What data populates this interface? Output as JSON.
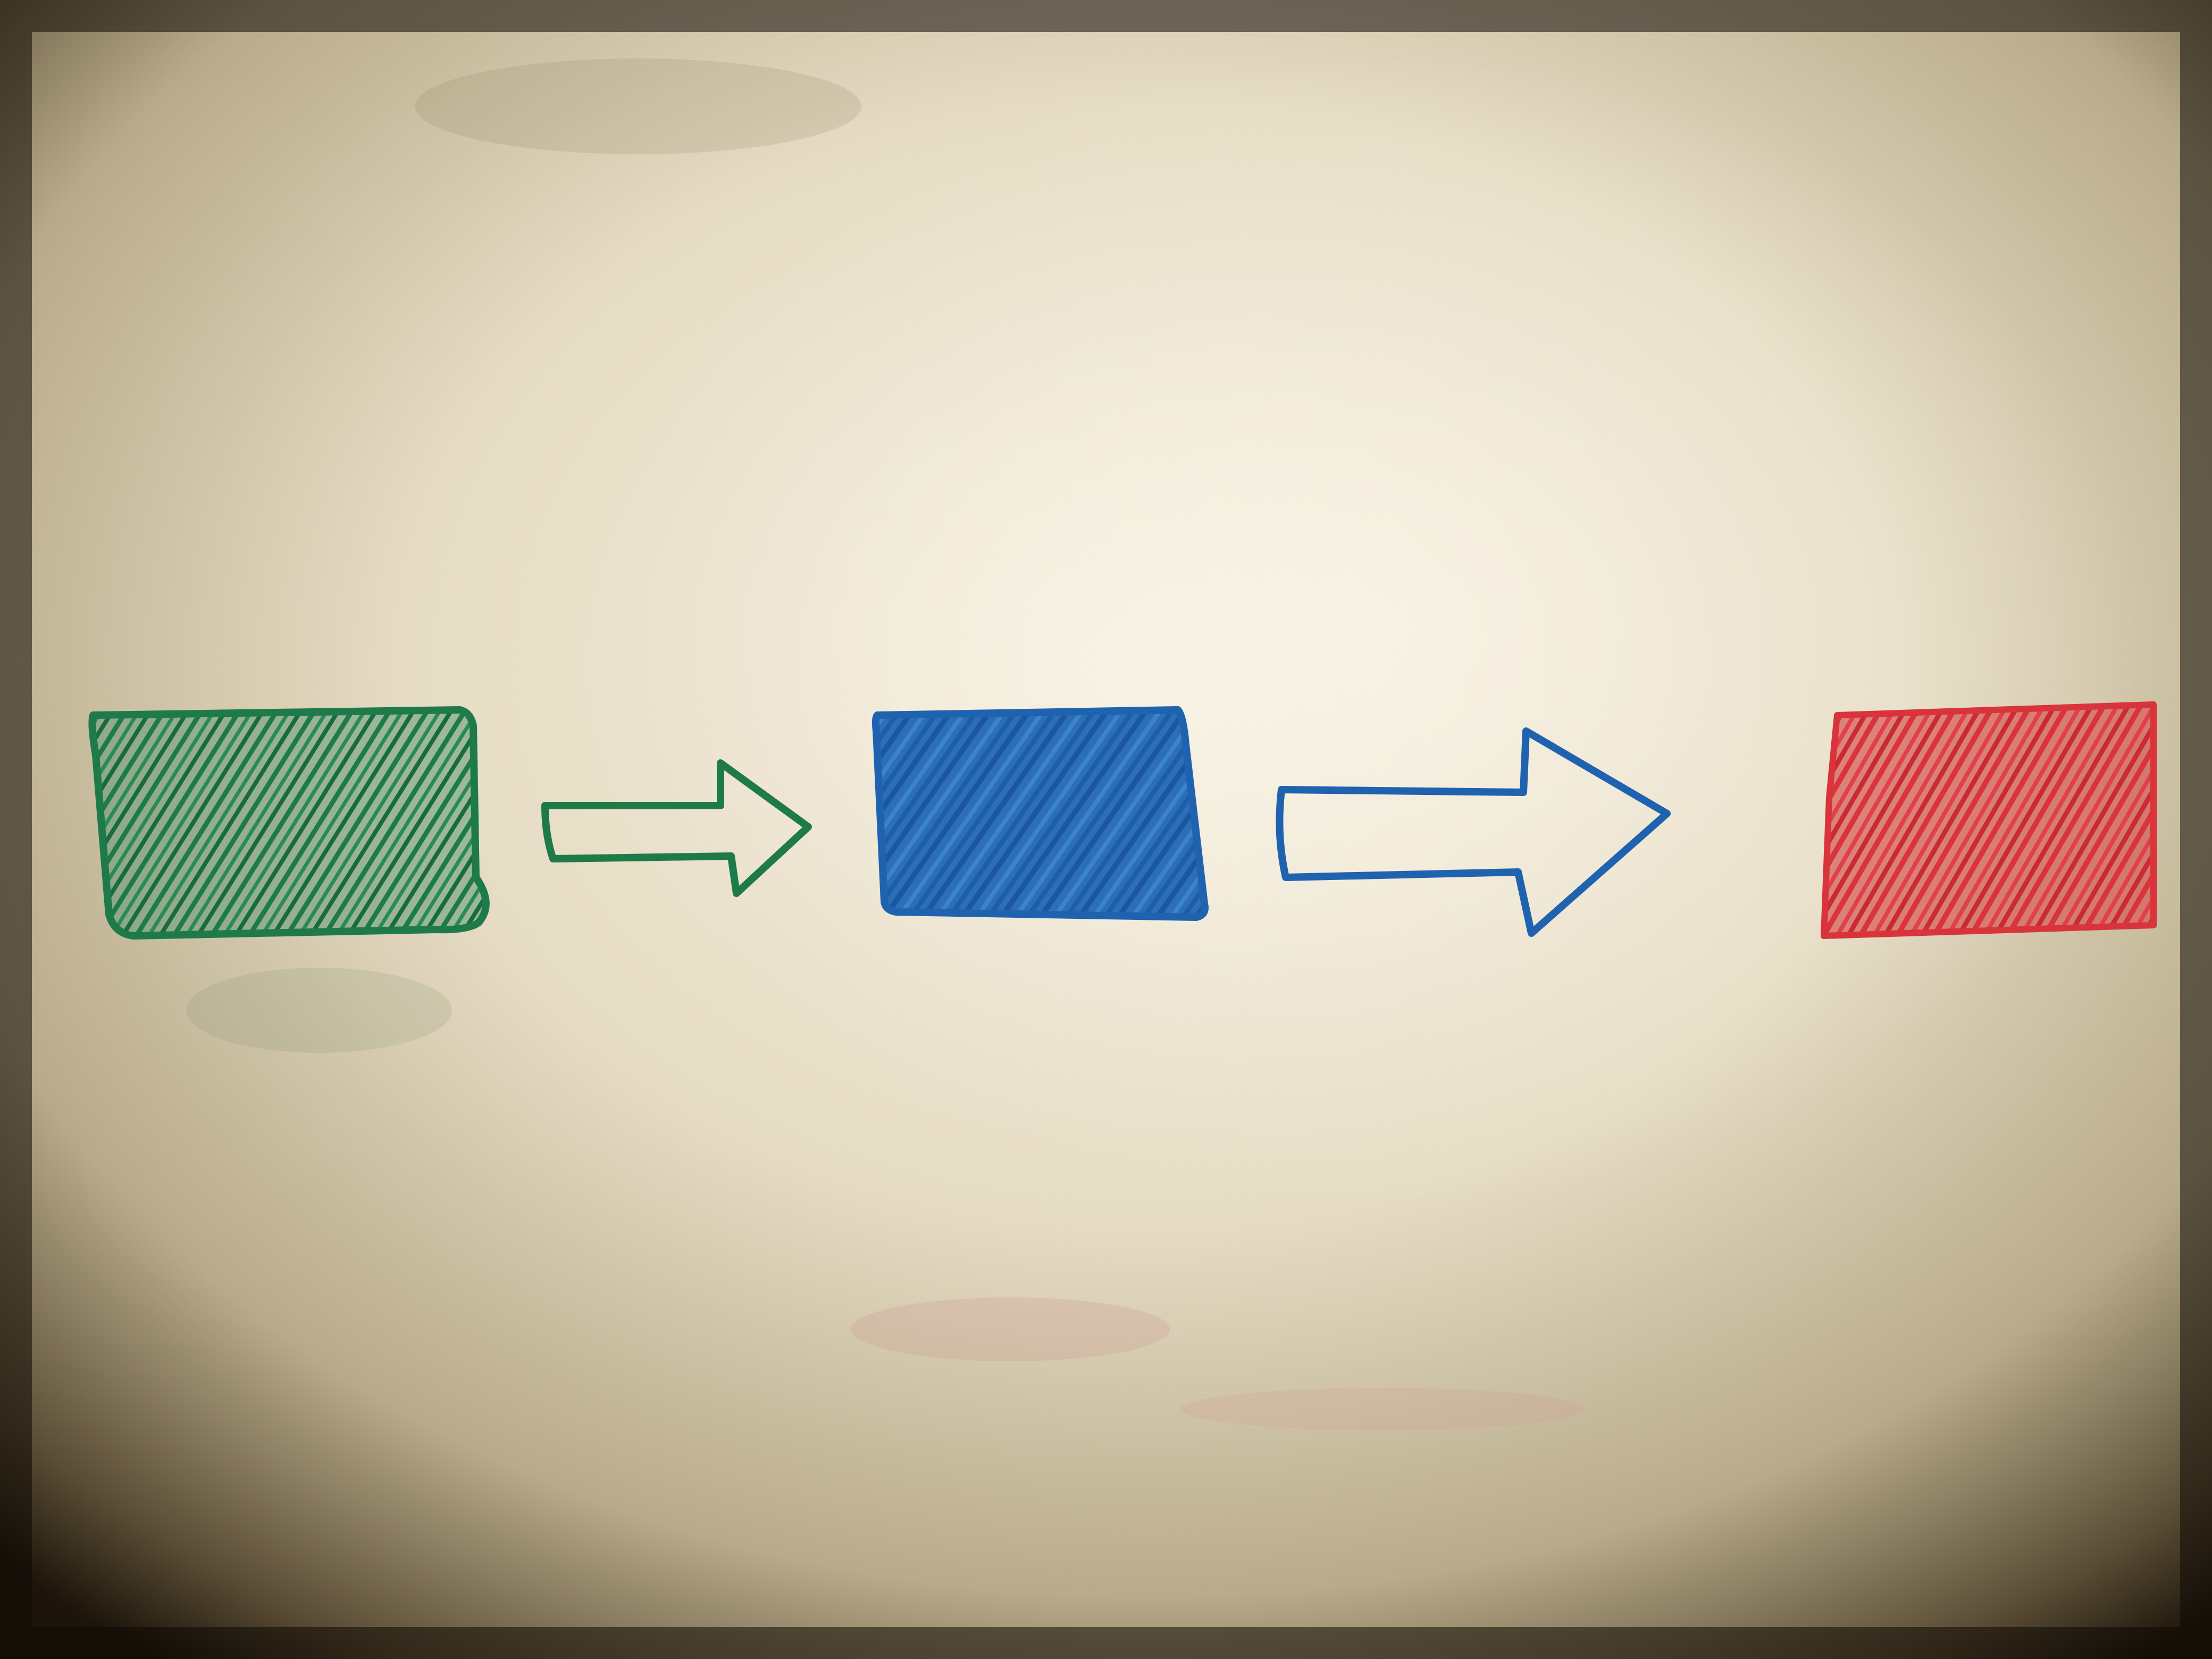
{
  "scene": {
    "kind": "whiteboard-photo",
    "colors": {
      "board_light": "#f1ead8",
      "board_mid": "#d9cfb5",
      "vignette": "#120c05",
      "green": "#1f7a4a",
      "blue": "#1f63b0",
      "red": "#d9333b"
    },
    "shapes": [
      {
        "type": "filled-box",
        "color_key": "green",
        "name": "green-box"
      },
      {
        "type": "outline-arrow",
        "color_key": "green",
        "name": "green-arrow-icon"
      },
      {
        "type": "filled-box",
        "color_key": "blue",
        "name": "blue-box"
      },
      {
        "type": "outline-arrow",
        "color_key": "blue",
        "name": "blue-arrow-icon"
      },
      {
        "type": "filled-box",
        "color_key": "red",
        "name": "red-box"
      }
    ]
  }
}
